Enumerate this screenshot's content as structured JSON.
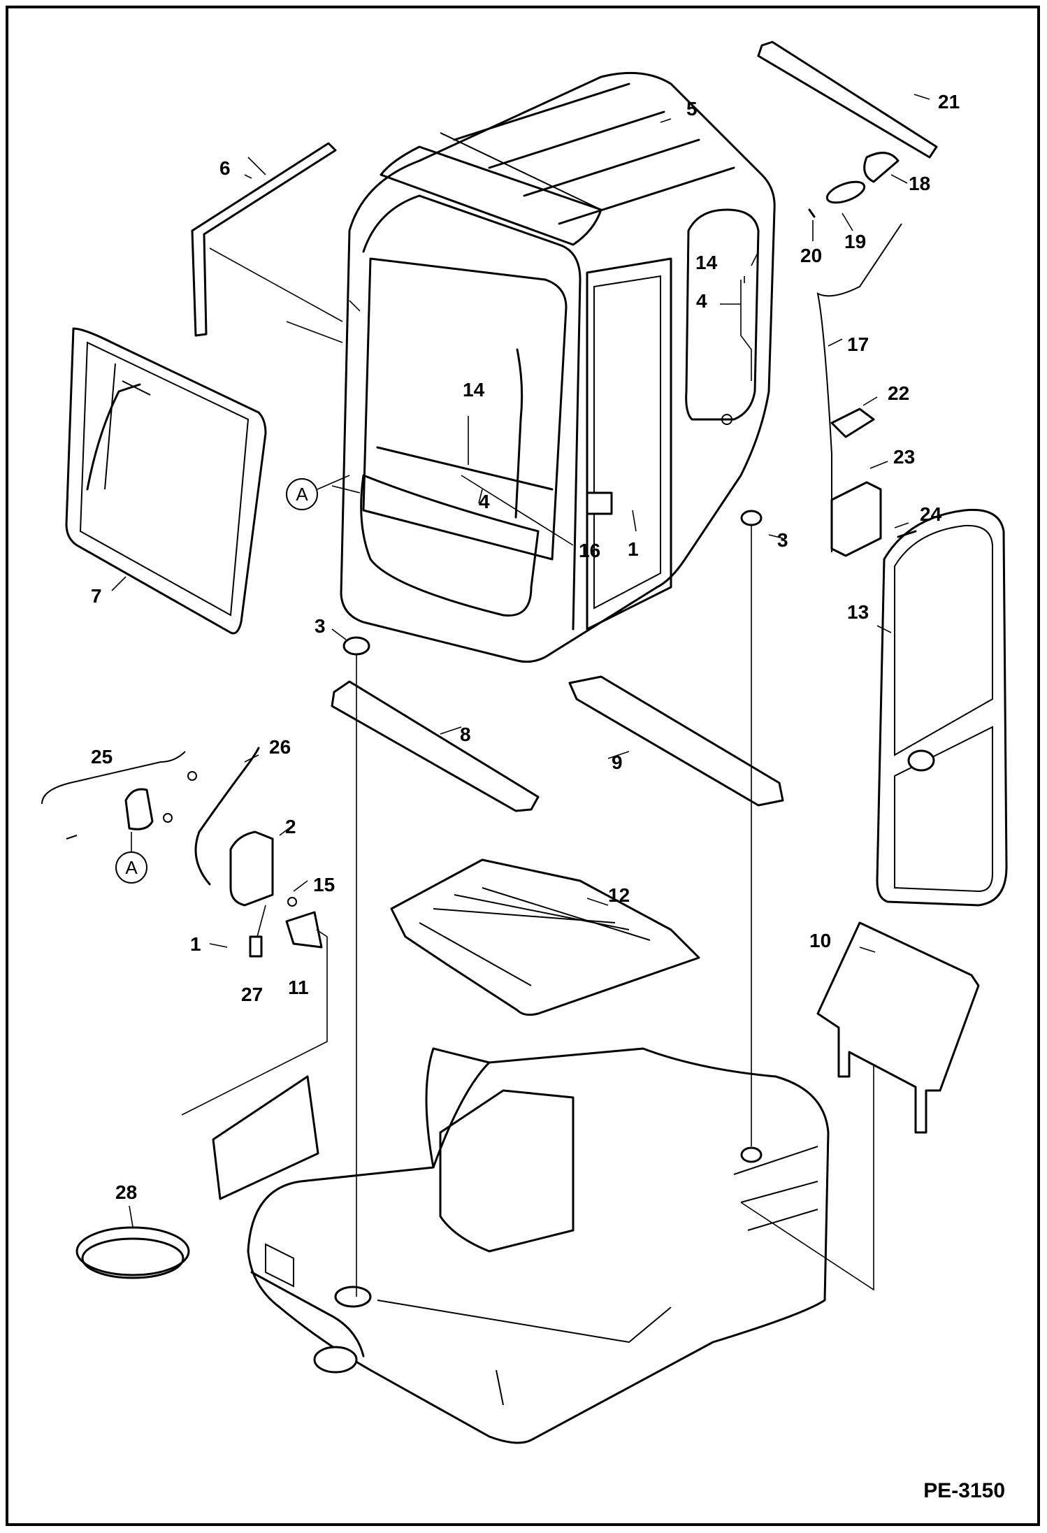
{
  "drawing_code": "PE-3150",
  "callouts": [
    {
      "id": "c1a",
      "text": "1"
    },
    {
      "id": "c1b",
      "text": "1"
    },
    {
      "id": "c2",
      "text": "2"
    },
    {
      "id": "c3a",
      "text": "3"
    },
    {
      "id": "c3b",
      "text": "3"
    },
    {
      "id": "c4a",
      "text": "4"
    },
    {
      "id": "c4b",
      "text": "4"
    },
    {
      "id": "c5",
      "text": "5"
    },
    {
      "id": "c6",
      "text": "6"
    },
    {
      "id": "c7",
      "text": "7"
    },
    {
      "id": "c8",
      "text": "8"
    },
    {
      "id": "c9",
      "text": "9"
    },
    {
      "id": "c10",
      "text": "10"
    },
    {
      "id": "c11",
      "text": "11"
    },
    {
      "id": "c12",
      "text": "12"
    },
    {
      "id": "c13",
      "text": "13"
    },
    {
      "id": "c14a",
      "text": "14"
    },
    {
      "id": "c14b",
      "text": "14"
    },
    {
      "id": "c15",
      "text": "15"
    },
    {
      "id": "c16",
      "text": "16"
    },
    {
      "id": "c17",
      "text": "17"
    },
    {
      "id": "c18",
      "text": "18"
    },
    {
      "id": "c19",
      "text": "19"
    },
    {
      "id": "c20",
      "text": "20"
    },
    {
      "id": "c21",
      "text": "21"
    },
    {
      "id": "c22",
      "text": "22"
    },
    {
      "id": "c23",
      "text": "23"
    },
    {
      "id": "c24",
      "text": "24"
    },
    {
      "id": "c25",
      "text": "25"
    },
    {
      "id": "c26",
      "text": "26"
    },
    {
      "id": "c27",
      "text": "27"
    },
    {
      "id": "c28",
      "text": "28"
    }
  ],
  "reference_markers": [
    {
      "id": "refA1",
      "text": "A"
    },
    {
      "id": "refA2",
      "text": "A"
    }
  ]
}
